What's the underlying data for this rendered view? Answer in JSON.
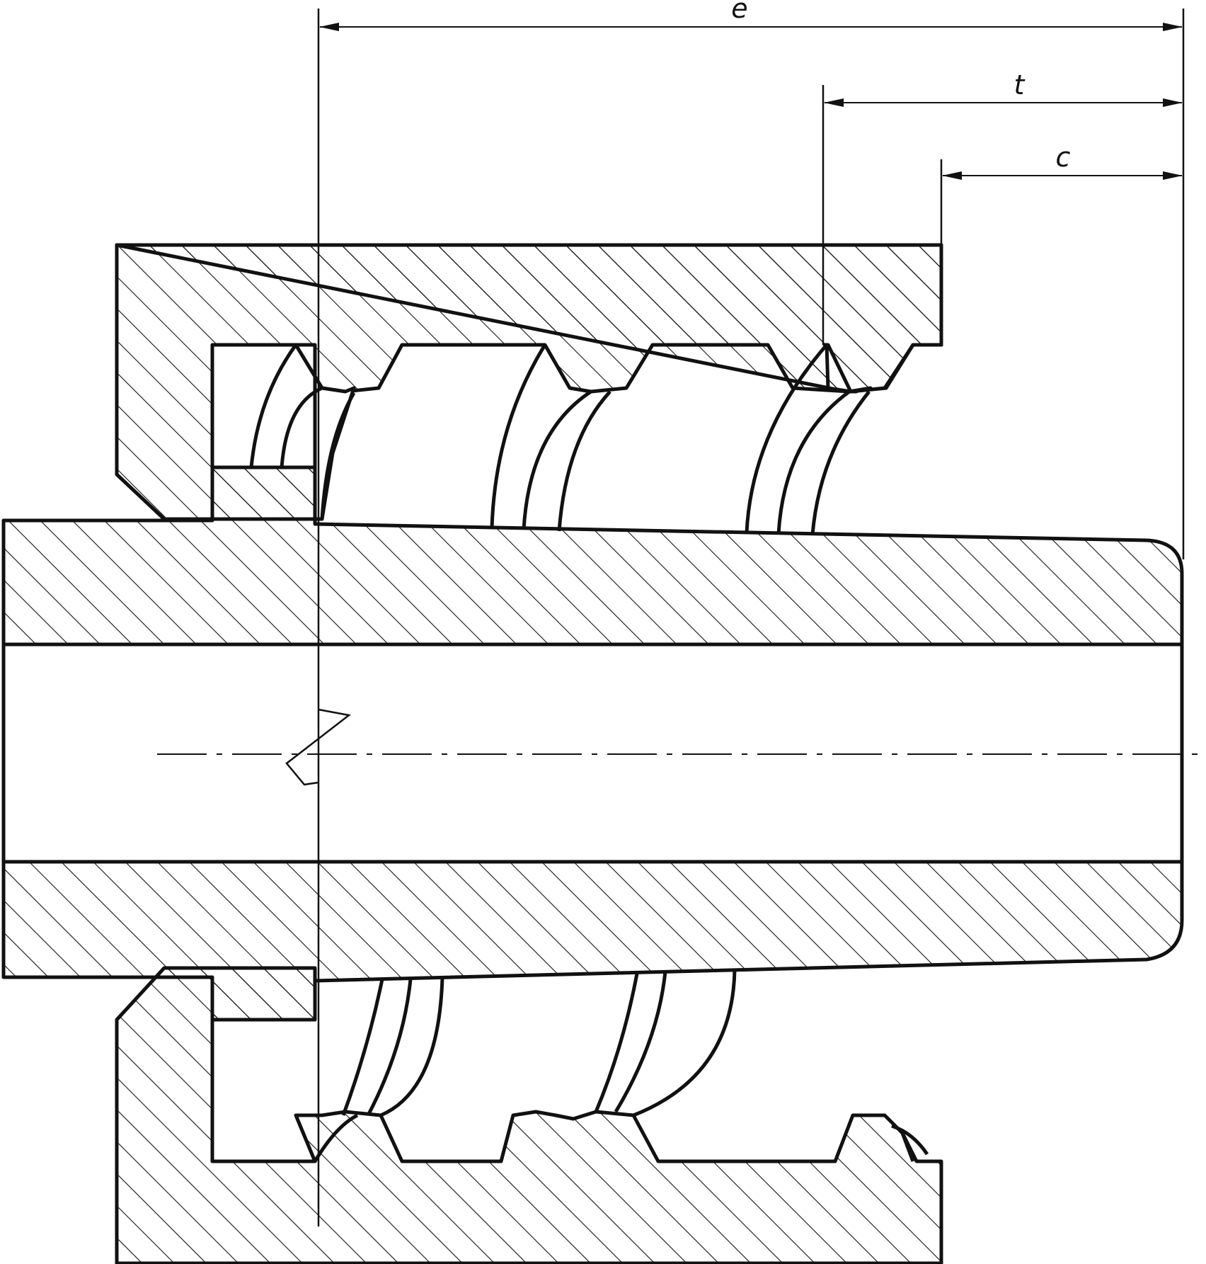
{
  "dimensions": {
    "e": "e",
    "t": "t",
    "c": "c"
  },
  "colors": {
    "line": "#111111",
    "background": "#ffffff"
  }
}
